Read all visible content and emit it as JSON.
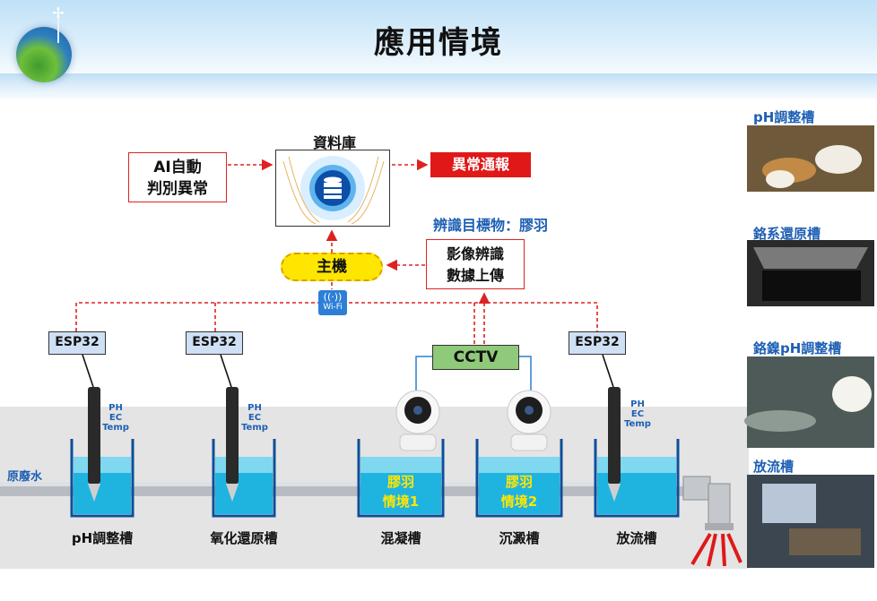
{
  "title": "應用情境",
  "database": {
    "label": "資料庫"
  },
  "ai_box": {
    "line1": "AI自動",
    "line2": "判別異常"
  },
  "alert": {
    "label": "異常通報"
  },
  "target": {
    "label": "辨識目標物：膠羽"
  },
  "image_box": {
    "line1": "影像辨識",
    "line2": "數據上傳"
  },
  "host": {
    "label": "主機"
  },
  "wifi": {
    "label": "Wi-Fi"
  },
  "esp_units": [
    "ESP32",
    "ESP32",
    "ESP32"
  ],
  "cctv": {
    "label": "CCTV"
  },
  "sensor_labels": {
    "line1": "PH",
    "line2": "EC",
    "line3": "Temp"
  },
  "raw_water": {
    "label": "原廢水"
  },
  "tanks": [
    {
      "name": "pH調整槽"
    },
    {
      "name": "氧化還原槽"
    },
    {
      "name": "混凝槽",
      "scene_line1": "膠羽",
      "scene_line2": "情境1"
    },
    {
      "name": "沉澱槽",
      "scene_line1": "膠羽",
      "scene_line2": "情境2"
    },
    {
      "name": "放流槽"
    }
  ],
  "side_panel": [
    {
      "title": "pH調整槽"
    },
    {
      "title": "鉻系還原槽"
    },
    {
      "title": "鉻鎳pH調整槽"
    },
    {
      "title": "放流槽"
    }
  ],
  "colors": {
    "accent_blue": "#1d5fb3",
    "alert_red": "#e01818",
    "host_yellow": "#ffe600",
    "cctv_green": "#8fc97a",
    "esp_blue": "#cfe0f4",
    "water": "#1fb4e0"
  }
}
